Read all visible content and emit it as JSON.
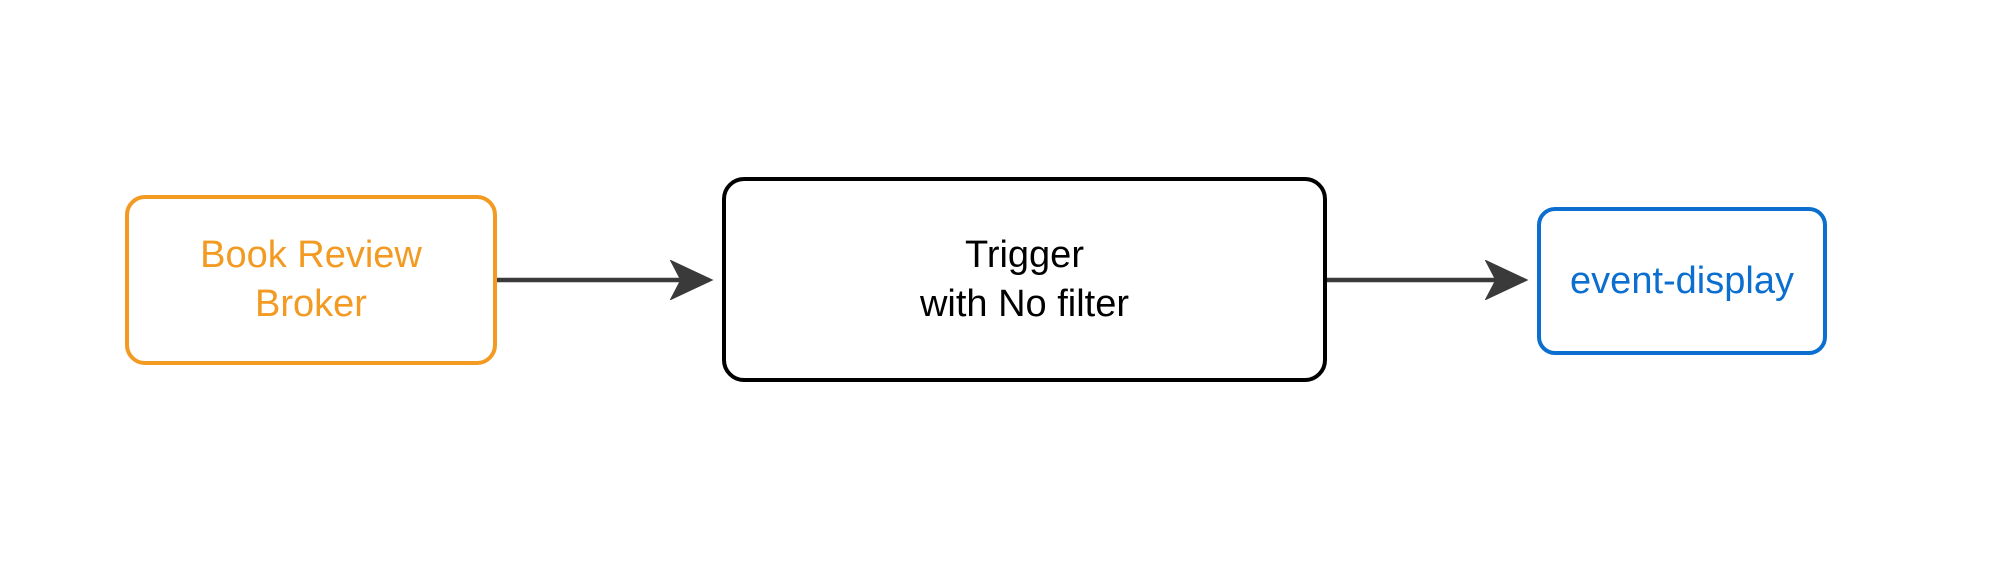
{
  "diagram": {
    "type": "flow-diagram",
    "title": "",
    "background_color": "#ffffff",
    "nodes": [
      {
        "id": "broker",
        "label": "Book Review\nBroker",
        "lines": [
          "Book Review",
          "Broker"
        ],
        "role": "broker",
        "color": "#f29a22",
        "shape": "rounded-rectangle"
      },
      {
        "id": "trigger",
        "label": "Trigger\nwith No filter",
        "lines": [
          "Trigger",
          "with No filter"
        ],
        "role": "trigger",
        "color": "#000000",
        "shape": "rounded-rectangle"
      },
      {
        "id": "event-display",
        "label": "event-display",
        "lines": [
          "event-display"
        ],
        "role": "sink",
        "color": "#0c6fd0",
        "shape": "rounded-rectangle"
      }
    ],
    "edges": [
      {
        "id": "broker-to-trigger",
        "from": "broker",
        "to": "trigger",
        "label": "",
        "color": "#3a3a3a",
        "arrowhead": "solid-triangle"
      },
      {
        "id": "trigger-to-event-display",
        "from": "trigger",
        "to": "event-display",
        "label": "",
        "color": "#3a3a3a",
        "arrowhead": "solid-triangle"
      }
    ]
  }
}
